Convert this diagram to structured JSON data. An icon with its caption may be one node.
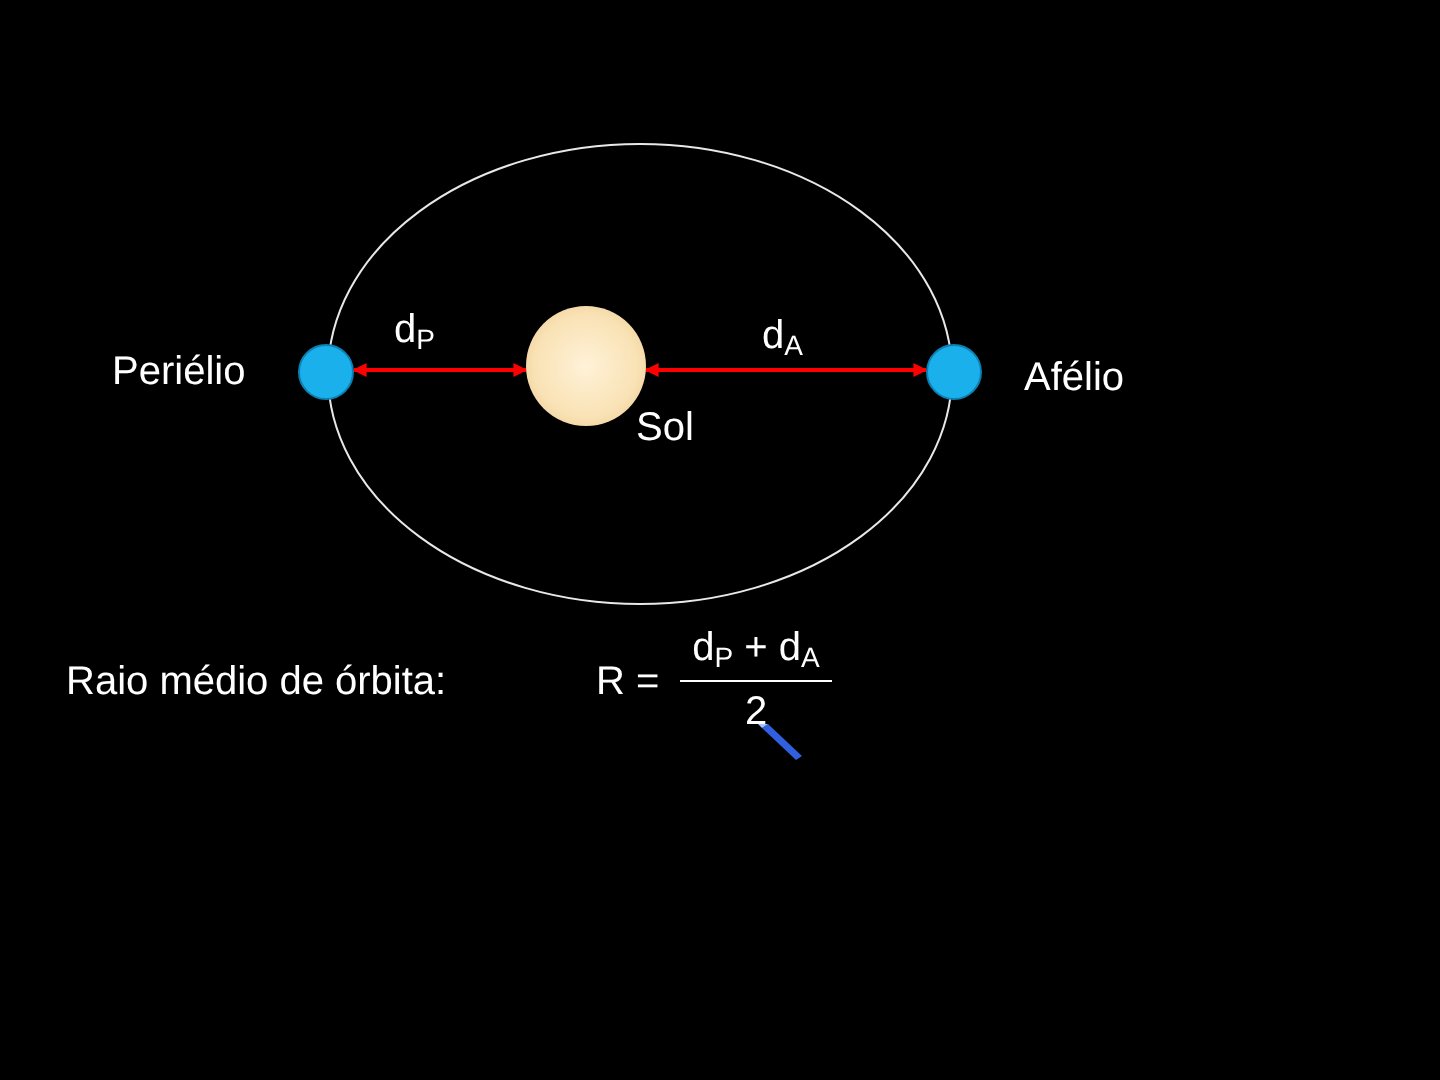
{
  "diagram": {
    "nodes": [
      {
        "text": [],
        "shape": "circle",
        "beside": [
          "Periélio"
        ]
      },
      {
        "text": [],
        "shape": "circle",
        "beside": [
          "Sol"
        ]
      },
      {
        "text": [],
        "shape": "circle",
        "beside": [
          "Afélio"
        ]
      }
    ],
    "edges": [
      {
        "from": 0,
        "to": 1,
        "arrow": "both",
        "label": "d$_{P}$",
        "color": "#ff0000"
      },
      {
        "from": 1,
        "to": 2,
        "arrow": "both",
        "label": "d$_{A}$",
        "color": "#ff0000"
      }
    ],
    "labels": [
      "Raio médio de órbita:",
      "R =",
      "d$_{P}$ + d$_{A}$",
      "2"
    ]
  }
}
